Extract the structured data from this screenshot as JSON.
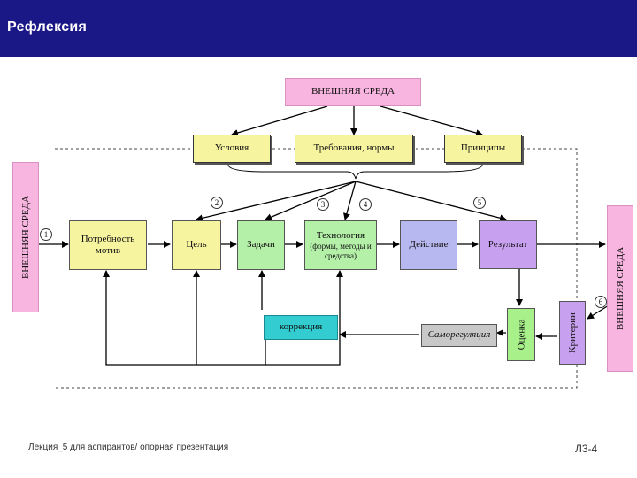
{
  "header": {
    "title": "Рефлексия"
  },
  "diagram": {
    "external_top": "ВНЕШНЯЯ СРЕДА",
    "external_left": "ВНЕШНЯЯ СРЕДА",
    "external_right": "ВНЕШНЯЯ СРЕДА",
    "conditions": "Условия",
    "requirements": "Требования, нормы",
    "principles": "Принципы",
    "need": "Потребность мотив",
    "goal": "Цель",
    "tasks": "Задачи",
    "technology_title": "Технология",
    "technology_sub": "(формы, методы и средства)",
    "action": "Действие",
    "result": "Результат",
    "correction": "коррекция",
    "self_regulation": "Саморегуляция",
    "evaluation": "Оценка",
    "criteria": "Критерии",
    "markers": [
      "1",
      "2",
      "3",
      "4",
      "5",
      "6"
    ],
    "colors": {
      "pink": "#f7b5e0",
      "yellow": "#f7f4a0",
      "green": "#b4f0a8",
      "lavender": "#b8b8f0",
      "violet": "#c8a0f0",
      "cyan": "#33ccd0",
      "lime": "#a8f08a",
      "gray": "#c8c8c8"
    }
  },
  "footer": {
    "left": "Лекция_5 для аспирантов/ опорная презентация",
    "right": "Л3-4"
  }
}
